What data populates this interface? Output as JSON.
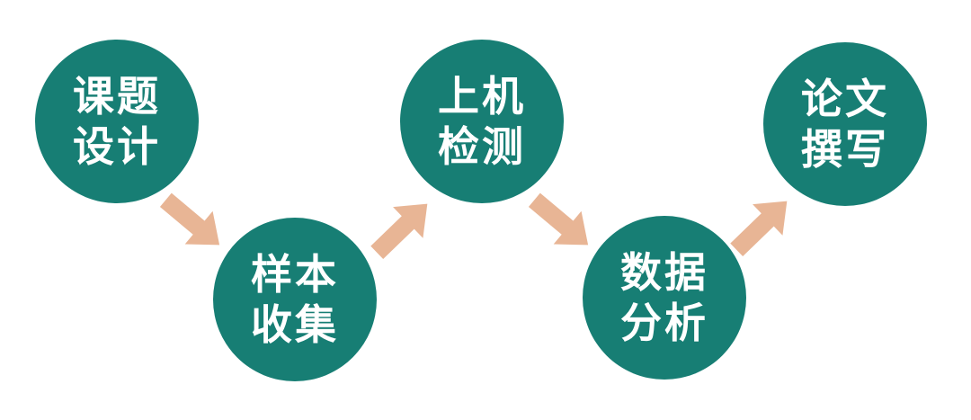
{
  "colors": {
    "node_fill": "#177e74",
    "node_text": "#ffffff",
    "arrow": "#e8b595",
    "background": "#ffffff"
  },
  "nodes": [
    {
      "line1": "课题",
      "line2": "设计"
    },
    {
      "line1": "样本",
      "line2": "收集"
    },
    {
      "line1": "上机",
      "line2": "检测"
    },
    {
      "line1": "数据",
      "line2": "分析"
    },
    {
      "line1": "论文",
      "line2": "撰写"
    }
  ],
  "arrows": [
    {
      "from": 1,
      "to": 2,
      "icon": "arrow-down-right-icon"
    },
    {
      "from": 2,
      "to": 3,
      "icon": "arrow-up-right-icon"
    },
    {
      "from": 3,
      "to": 4,
      "icon": "arrow-down-right-icon"
    },
    {
      "from": 4,
      "to": 5,
      "icon": "arrow-up-right-icon"
    }
  ]
}
